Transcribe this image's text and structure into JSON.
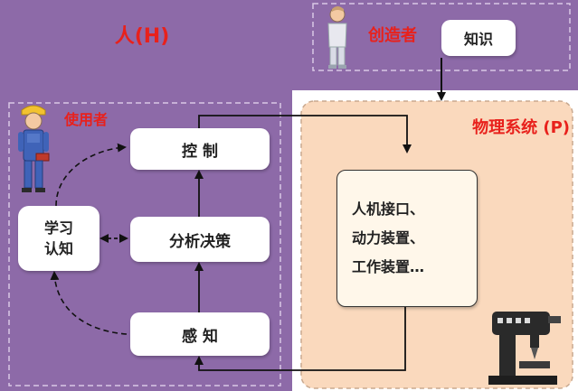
{
  "human_region": {
    "title": "人(H)"
  },
  "creator": {
    "title": "创造者",
    "knowledge": "知识"
  },
  "user": {
    "title": "使用者",
    "control": "控 制",
    "analysis": "分析决策",
    "perception": "感 知",
    "learning": [
      "学习",
      "认知"
    ]
  },
  "physical_system": {
    "title": "物理系统 (P)",
    "components": [
      "人机接口、",
      "动力装置、",
      "工作装置…"
    ]
  },
  "colors": {
    "background": "#8d6aa8",
    "physical_fill": "#fad9bd",
    "title_red": "#e8211c",
    "node_fill": "#ffffff",
    "component_fill": "#fff7ea"
  },
  "icons": [
    "worker-figure-icon",
    "creator-figure-icon",
    "machine-tool-icon"
  ]
}
